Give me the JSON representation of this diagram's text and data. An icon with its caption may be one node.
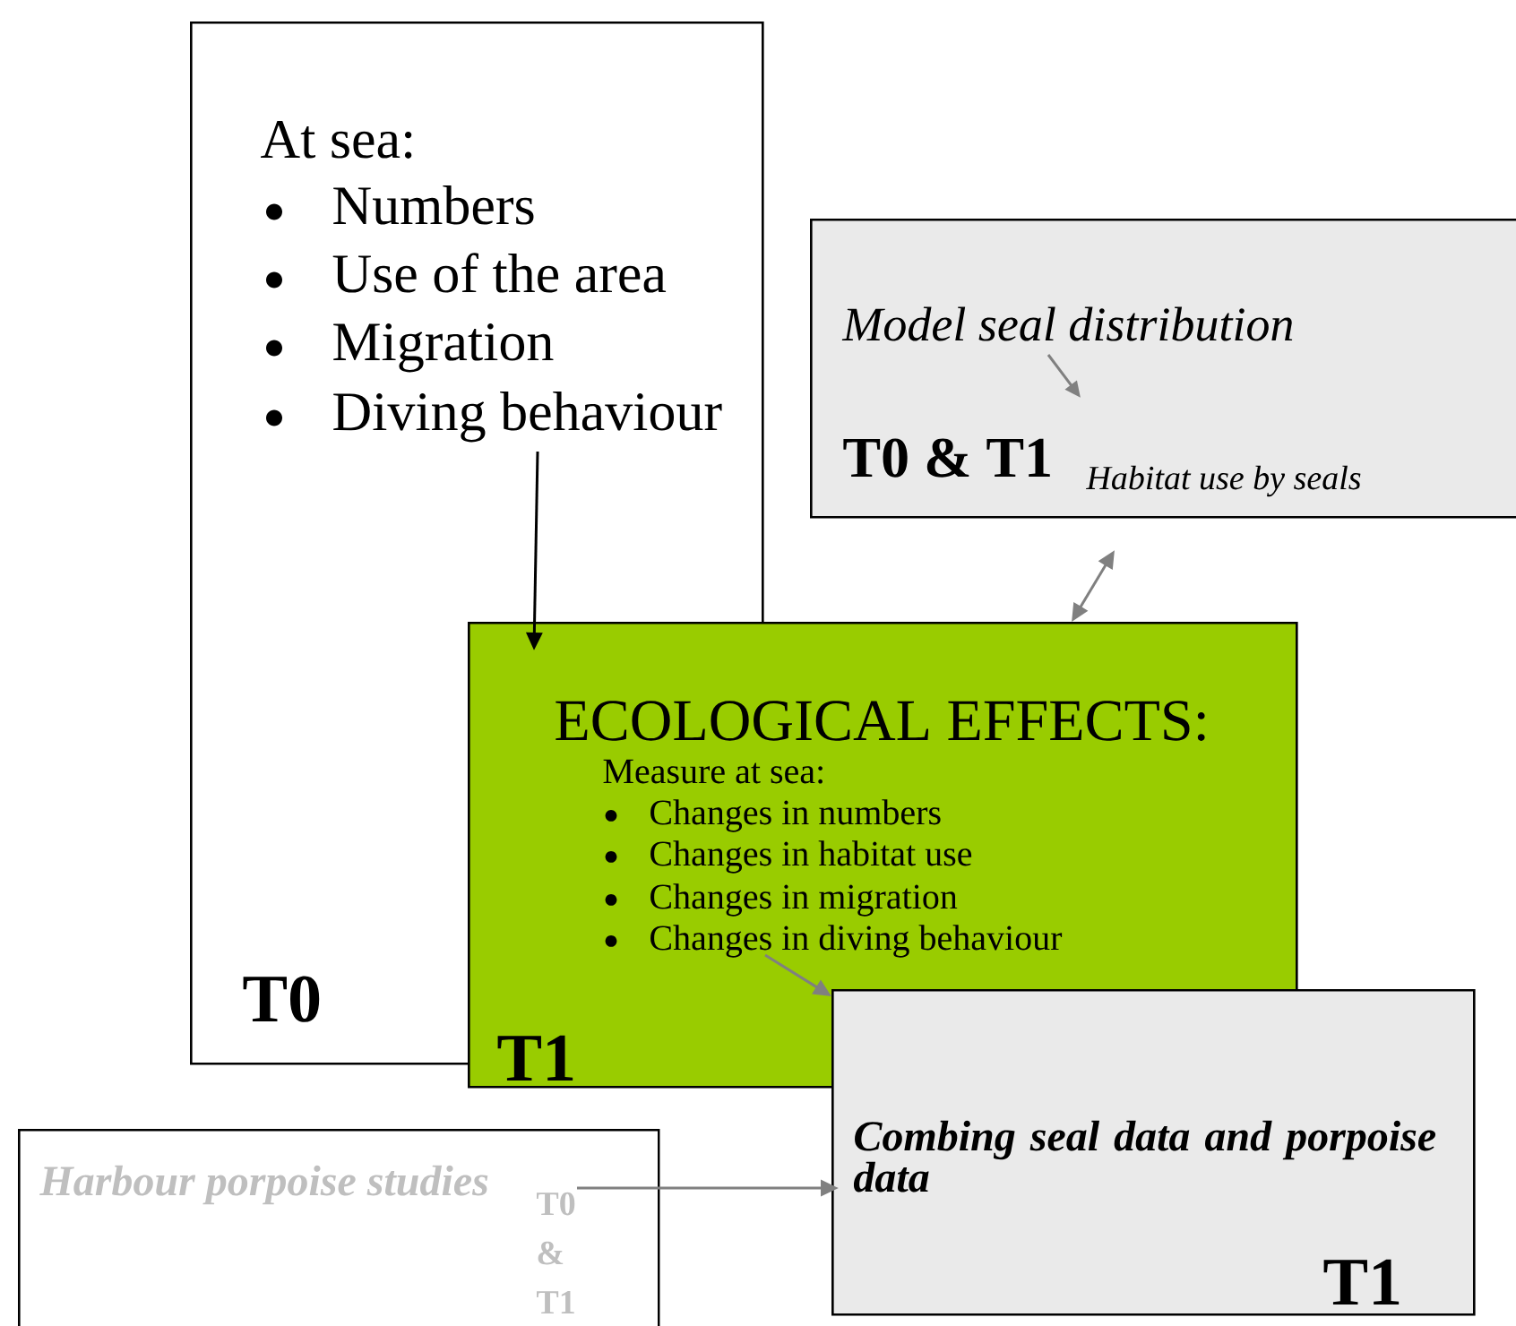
{
  "diagram": {
    "nodes": [
      {
        "text": [
          "At sea:",
          "Numbers",
          "Use of the area",
          "Migration",
          "Diving behaviour",
          "T0"
        ]
      },
      {
        "text": [
          "Model seal distribution",
          "T0 & T1",
          "Habitat use by seals"
        ]
      },
      {
        "text": [
          "ECOLOGICAL EFFECTS:",
          "Measure at sea:",
          "Changes in numbers",
          "Changes in habitat use",
          "Changes in migration",
          "Changes in diving behaviour",
          "T1"
        ]
      },
      {
        "text": [
          "Combing seal data and porpoise data",
          "T1"
        ]
      },
      {
        "text": [
          "Harbour porpoise studies",
          "T0 & T1"
        ]
      }
    ],
    "edges": [
      {
        "from": 0,
        "to": 2,
        "arrow": "to",
        "color": "#000000"
      },
      {
        "from": 2,
        "to": 1,
        "arrow": "both"
      },
      {
        "from": 2,
        "to": 3,
        "arrow": "to"
      },
      {
        "from": 4,
        "to": 3,
        "arrow": "to"
      }
    ]
  }
}
